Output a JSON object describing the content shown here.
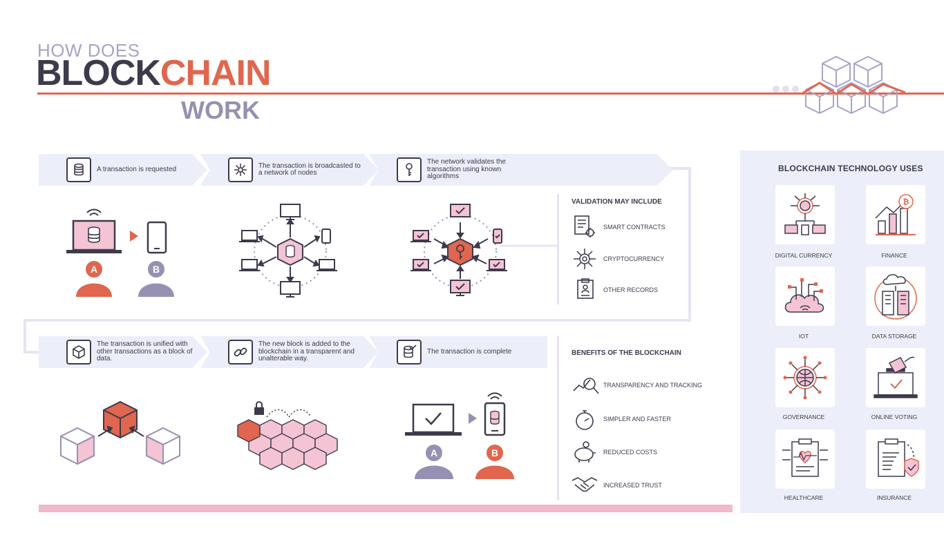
{
  "title": {
    "line1": "HOW DOES",
    "line2_a": "BLOCK",
    "line2_b": "CHAIN",
    "line3": "WORK"
  },
  "steps_row1": [
    {
      "text": "A transaction is requested",
      "icon": "database-icon"
    },
    {
      "text": "The transaction is broadcasted to a network of nodes",
      "icon": "network-icon"
    },
    {
      "text": "The network validates the transaction using known algorithms",
      "icon": "key-icon"
    }
  ],
  "steps_row2": [
    {
      "text": "The transaction is unified with other transactions as a block of data.",
      "icon": "cube-icon"
    },
    {
      "text": "The new block is added to the blockchain in a transparent and unalterable way.",
      "icon": "chain-link-icon"
    },
    {
      "text": "The transaction is complete",
      "icon": "check-database-icon"
    }
  ],
  "party_labels": {
    "a": "A",
    "b": "B"
  },
  "validation": {
    "title": "VALIDATION MAY INCLUDE",
    "items": [
      "SMART CONTRACTS",
      "CRYPTOCURRENCY",
      "OTHER RECORDS"
    ]
  },
  "benefits": {
    "title": "BENEFITS OF THE BLOCKCHAIN",
    "items": [
      "TRANSPARENCY AND TRACKING",
      "SIMPLER AND FASTER",
      "REDUCED COSTS",
      "INCREASED TRUST"
    ]
  },
  "uses": {
    "title": "BLOCKCHAIN TECHNOLOGY USES",
    "items": [
      "DIGITAL CURRENCY",
      "FINANCE",
      "IOT",
      "DATA STORAGE",
      "GOVERNANCE",
      "ONLINE VOTING",
      "HEALTHCARE",
      "INSURANCE"
    ]
  },
  "colors": {
    "accent": "#e0664f",
    "dark": "#3d3a4b",
    "lavender": "#9690b2",
    "pink": "#f4c4d4",
    "panel": "#eceef9"
  }
}
